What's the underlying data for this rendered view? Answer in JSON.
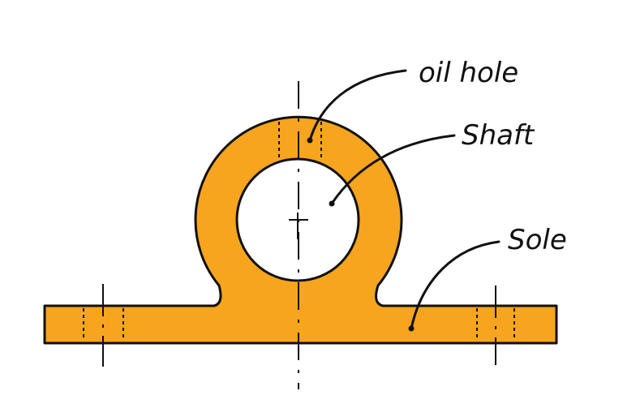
{
  "diagram": {
    "labels": {
      "oil_hole": "oil hole",
      "shaft": "Shaft",
      "sole": "Sole"
    },
    "colors": {
      "body_fill": "#F7A51E",
      "ink": "#111111",
      "shaft_fill": "#FFFFFF",
      "background": "#FFFFFF"
    }
  }
}
